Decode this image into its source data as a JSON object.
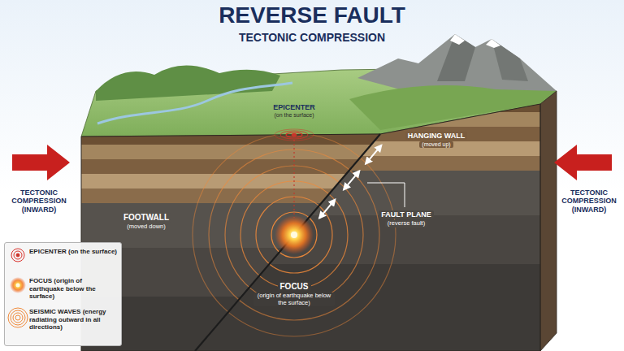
{
  "diagram": {
    "title": "REVERSE FAULT",
    "labels": [
      "TECTONIC COMPRESSION",
      "EPICENTER",
      "(on the surface)",
      "HANGING WALL",
      "(moved up)",
      "TECTONIC COMPRESSION (INWARD)",
      "TECTONIC COMPRESSION (INWARD)",
      "FOOTWALL",
      "(moved down)",
      "FAULT PLANE",
      "(reverse fault)",
      "FOCUS",
      "(origin of earthquake below the surface)"
    ],
    "legend": [
      {
        "text": "EPICENTER (on the surface)"
      },
      {
        "text": "FOCUS (origin of earthquake below the surface)"
      },
      {
        "text": "SEISMIC WAVES (energy radiating outward in all directions)"
      }
    ]
  }
}
